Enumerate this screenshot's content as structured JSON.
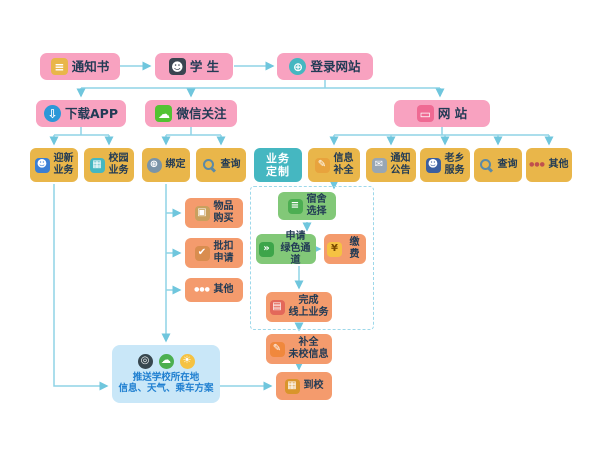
{
  "palette": {
    "pink": "#f8a2c0",
    "yellow": "#e9b64a",
    "teal": "#45b7c1",
    "orange": "#f49b6d",
    "green": "#82c878",
    "push_box_bg": "#c9e7f8",
    "push_box_text": "#1f7fd0",
    "connector": "#8fd4e6",
    "text": "#223b55"
  },
  "flow": {
    "nodes": {
      "notice": {
        "label": "通知书",
        "icon": "notification-letter-icon"
      },
      "student": {
        "label": "学 生",
        "icon": "student-icon"
      },
      "login": {
        "label": "登录网站",
        "icon": "globe-login-icon"
      },
      "app": {
        "label": "下载APP",
        "icon": "app-download-icon"
      },
      "wechat": {
        "label": "微信关注",
        "icon": "wechat-icon"
      },
      "website": {
        "label": "网 站",
        "icon": "monitor-icon"
      },
      "welcome": {
        "label": "迎新\n业务",
        "icon": "person-icon"
      },
      "campus": {
        "label": "校园\n业务",
        "icon": "campus-building-icon"
      },
      "bind": {
        "label": "绑定",
        "icon": "globe-link-icon"
      },
      "query_wechat": {
        "label": "查询",
        "icon": "magnifier-icon"
      },
      "custom": {
        "label": "业务\n定制"
      },
      "info": {
        "label": "信息\n补全",
        "icon": "form-pencil-icon"
      },
      "announce": {
        "label": "通知\n公告",
        "icon": "announcement-icon"
      },
      "hometown": {
        "label": "老乡\n服务",
        "icon": "people-icon"
      },
      "query_web": {
        "label": "查询",
        "icon": "magnifier-icon"
      },
      "other_web": {
        "label": "其他",
        "icon": "dots-icon"
      },
      "purchase": {
        "label": "物品\n购买",
        "icon": "package-icon"
      },
      "deduct": {
        "label": "批扣\n申请",
        "icon": "approve-icon"
      },
      "other_app": {
        "label": "其他",
        "icon": "dots-icon"
      },
      "dorm": {
        "label": "宿舍\n选择",
        "icon": "bunk-bed-icon"
      },
      "channel": {
        "label": "申请\n绿色通道",
        "icon": "green-channel-icon"
      },
      "pay": {
        "label": "缴费",
        "icon": "money-bag-icon"
      },
      "finish": {
        "label": "完成\n线上业务",
        "icon": "cards-icon"
      },
      "fill": {
        "label": "补全\n未校信息",
        "icon": "pencil-icon"
      },
      "arrive": {
        "label": "到校",
        "icon": "school-icon"
      }
    },
    "push_box": {
      "label": "推送学校所在地\n信息、天气、乘车方案",
      "icons": [
        "location-pin-icon",
        "weather-cloud-icon",
        "sun-icon"
      ]
    }
  }
}
